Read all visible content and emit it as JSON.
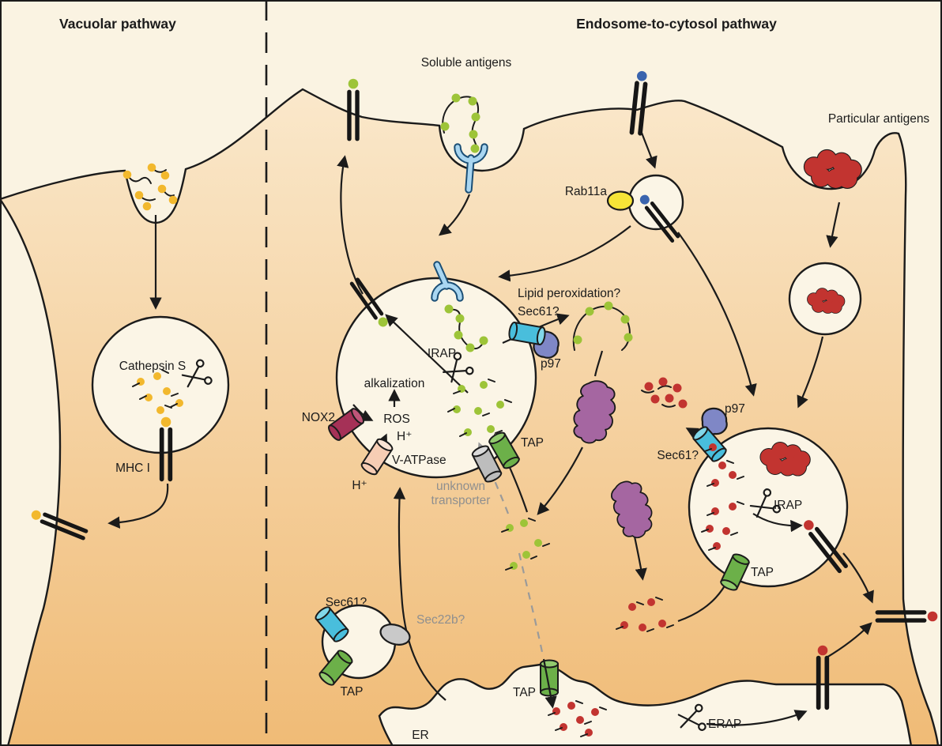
{
  "figure": {
    "kind": "immunology-cross-presentation-diagram"
  },
  "titles": {
    "vacuolar": "Vacuolar pathway",
    "endosome_to_cytosol": "Endosome-to-cytosol pathway"
  },
  "labels": {
    "soluble_antigens": "Soluble antigens",
    "particular_antigens": "Particular antigens",
    "rab11a": "Rab11a",
    "cathepsin_s": "Cathepsin S",
    "mhc_i": "MHC I",
    "lipid_peroxidation": "Lipid peroxidation?",
    "sec61_q": "Sec61?",
    "p97": "p97",
    "irap": "IRAP",
    "alkalization": "alkalization",
    "ros": "ROS",
    "nox2": "NOX2",
    "h_plus": "H⁺",
    "v_atpase": "V-ATPase",
    "unknown_l1": "unknown",
    "unknown_l2": "transporter",
    "tap": "TAP",
    "sec22b": "Sec22b?",
    "er": "ER",
    "erap": "ERAP"
  },
  "icons": {
    "scissors": "protease-cleavage-scissors",
    "cylinder": "membrane-transporter-channel",
    "barbell": "mhc-class-i-molecule",
    "divider": "dashed-pathway-divider"
  },
  "colors": {
    "cream": "#FAF3E2",
    "lumen": "#FBF5E6",
    "cyto_top": "#FAE8CB",
    "cyto_bottom": "#F0BB76",
    "ink": "#1B1B1B",
    "green": "#9DC438",
    "yellow": "#F2B82D",
    "red": "#C23430",
    "blue_dot": "#3A64AE",
    "tap": "#6CB049",
    "tap_light": "#92CB6E",
    "sec61": "#49BEDC",
    "sec61_light": "#82D7E9",
    "nox2": "#A53157",
    "nox2_light": "#C05579",
    "vatpase": "#F7CDB4",
    "vatpase_light": "#FBE3D4",
    "transporter": "#BDBDBD",
    "transporter_light": "#DADADA",
    "p97": "#7F87C6",
    "proteasome": "#A566A1",
    "rab11a": "#F6E437",
    "sec22b_oval": "#C9C9C9",
    "receptor": "#A9D6F1",
    "receptor_outline": "#1A4E75",
    "label_gray": "#8F8F8F"
  }
}
